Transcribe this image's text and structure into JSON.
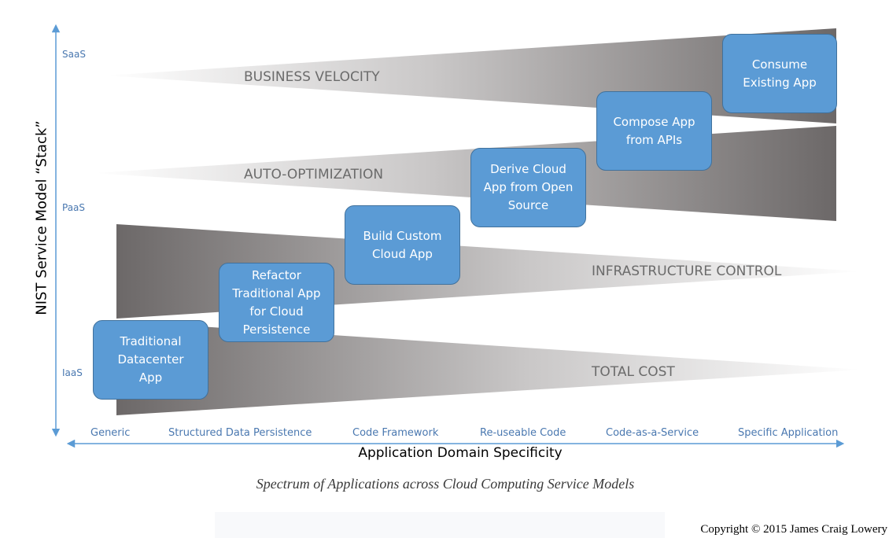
{
  "diagram": {
    "caption": "Spectrum of Applications across Cloud Computing Service Models",
    "copyright": "Copyright © 2015 James Craig Lowery",
    "y_axis": {
      "title": "NIST Service Model “Stack”",
      "ticks": [
        "SaaS",
        "PaaS",
        "IaaS"
      ]
    },
    "x_axis": {
      "title": "Application Domain Specificity",
      "ticks": [
        "Generic",
        "Structured Data Persistence",
        "Code Framework",
        "Re-useable Code",
        "Code-as-a-Service",
        "Specific Application"
      ]
    },
    "wedges": [
      {
        "label": "BUSINESS VELOCITY",
        "direction": "grows-right"
      },
      {
        "label": "AUTO-OPTIMIZATION",
        "direction": "grows-right"
      },
      {
        "label": "INFRASTRUCTURE CONTROL",
        "direction": "grows-left"
      },
      {
        "label": "TOTAL COST",
        "direction": "grows-left"
      }
    ],
    "boxes": [
      {
        "label": "Traditional\nDatacenter\nApp"
      },
      {
        "label": "Refactor\nTraditional App\nfor Cloud\nPersistence"
      },
      {
        "label": "Build Custom\nCloud App"
      },
      {
        "label": "Derive Cloud\nApp from Open\nSource"
      },
      {
        "label": "Compose App\nfrom APIs"
      },
      {
        "label": "Consume\nExisting App"
      }
    ],
    "colors": {
      "box_fill": "#5b9bd5",
      "box_border": "#41719c",
      "axis": "#5b9bd5",
      "axis_text": "#4a78b0",
      "wedge_dark": "#6e6a6a",
      "wedge_label": "#6b6b6b"
    }
  }
}
